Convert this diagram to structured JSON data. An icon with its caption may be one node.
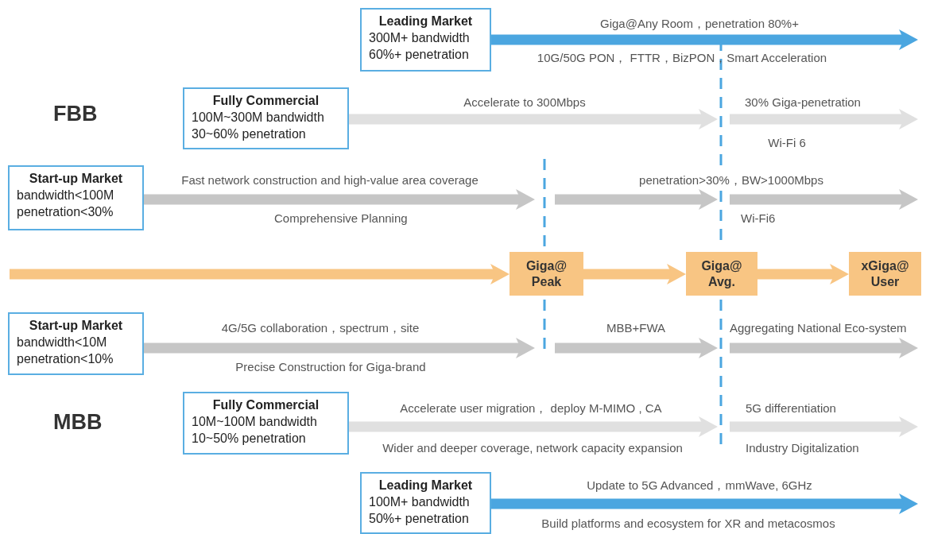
{
  "diagram": {
    "nodes": [
      {
        "text": [
          "Leading Market",
          "300M+ bandwidth 60%+ penetration"
        ]
      },
      {
        "text": [
          "Fully Commercial",
          "100M~300M bandwidth 30~60% penetration"
        ]
      },
      {
        "text": [
          "Start-up Market",
          "bandwidth<100M penetration<30%"
        ]
      },
      {
        "text": [
          "Giga@ Peak"
        ]
      },
      {
        "text": [
          "Giga@ Avg."
        ]
      },
      {
        "text": [
          "xGiga@ User"
        ]
      },
      {
        "text": [
          "Start-up Market",
          "bandwidth<10M penetration<10%"
        ]
      },
      {
        "text": [
          "Fully Commercial",
          "10M~100M bandwidth 10~50% penetration"
        ]
      },
      {
        "text": [
          "Leading Market",
          "100M+ bandwidth 50%+ penetration"
        ]
      }
    ],
    "edges": [
      {
        "from": 0,
        "to": null,
        "arrow": "to",
        "label": "Giga@Any Room，penetration 80%+",
        "color": "#4ba6e0"
      },
      {
        "from": 1,
        "to": null,
        "arrow": "to",
        "label": "Accelerate to 300Mbps",
        "color": "#e0e0e0"
      },
      {
        "from": 2,
        "to": null,
        "arrow": "to",
        "label": "Fast network construction and high-value area coverage",
        "color": "#c6c6c6"
      },
      {
        "from": null,
        "to": 3,
        "arrow": "to",
        "color": "#f8c583"
      },
      {
        "from": 3,
        "to": 4,
        "arrow": "to",
        "color": "#f8c583"
      },
      {
        "from": 4,
        "to": 5,
        "arrow": "to",
        "color": "#f8c583"
      },
      {
        "from": 6,
        "to": null,
        "arrow": "to",
        "label": "4G/5G collaboration，spectrum，site",
        "color": "#c6c6c6"
      },
      {
        "from": 7,
        "to": null,
        "arrow": "to",
        "label": "Accelerate user migration， deploy M-MIMO , CA",
        "color": "#e0e0e0"
      },
      {
        "from": 8,
        "to": null,
        "arrow": "to",
        "label": "Update to 5G Advanced，mmWave, 6GHz",
        "color": "#4ba6e0"
      }
    ],
    "labels": [
      "10G/50G PON， FTTR，BizPON，Smart Acceleration",
      "30% Giga-penetration",
      "FBB",
      "Wi-Fi 6",
      "penetration>30%，BW>1000Mbps",
      "Comprehensive Planning",
      "Wi-Fi6",
      "MBB+FWA",
      "Aggregating National Eco-system",
      "Precise Construction for Giga-brand",
      "5G differentiation",
      "MBB",
      "Wider and deeper coverage, network capacity expansion",
      "Industry Digitalization",
      "Build platforms and ecosystem for XR and metacosmos"
    ]
  }
}
